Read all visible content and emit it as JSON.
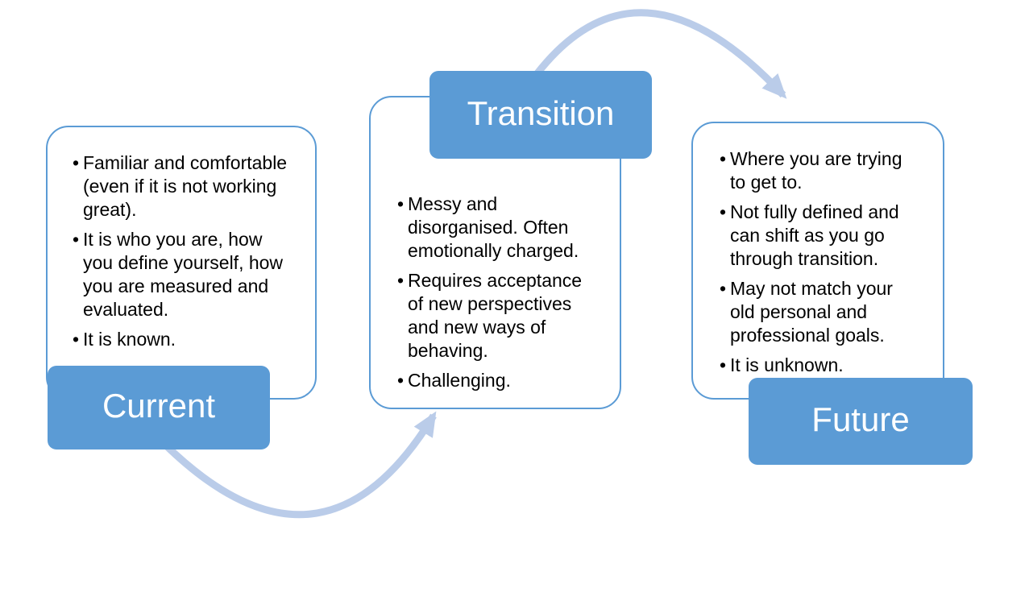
{
  "bullet_char": "•",
  "diagram": {
    "type": "process-transition-diagram",
    "colors": {
      "shape_fill": "#5b9bd5",
      "shape_border": "#5b9bd5",
      "label_text": "#ffffff",
      "bullet_text": "#000000",
      "arrow": "#bacce9",
      "background": "#ffffff"
    }
  },
  "stages": [
    {
      "label": "Current",
      "bullets": [
        "Familiar and comfortable (even if it is not working great).",
        "It is who you are, how you define yourself, how you are measured and evaluated.",
        "It is known."
      ]
    },
    {
      "label": "Transition",
      "bullets": [
        "Messy and disorganised. Often emotionally charged.",
        "Requires acceptance of new perspectives and new ways of behaving.",
        "Challenging."
      ]
    },
    {
      "label": "Future",
      "bullets": [
        "Where you are trying to get to.",
        "Not fully defined and can shift as you go through transition.",
        "May not match your old personal and professional goals.",
        "It is unknown."
      ]
    }
  ],
  "arrows": [
    {
      "from": "Current",
      "to": "Transition"
    },
    {
      "from": "Transition",
      "to": "Future"
    }
  ]
}
